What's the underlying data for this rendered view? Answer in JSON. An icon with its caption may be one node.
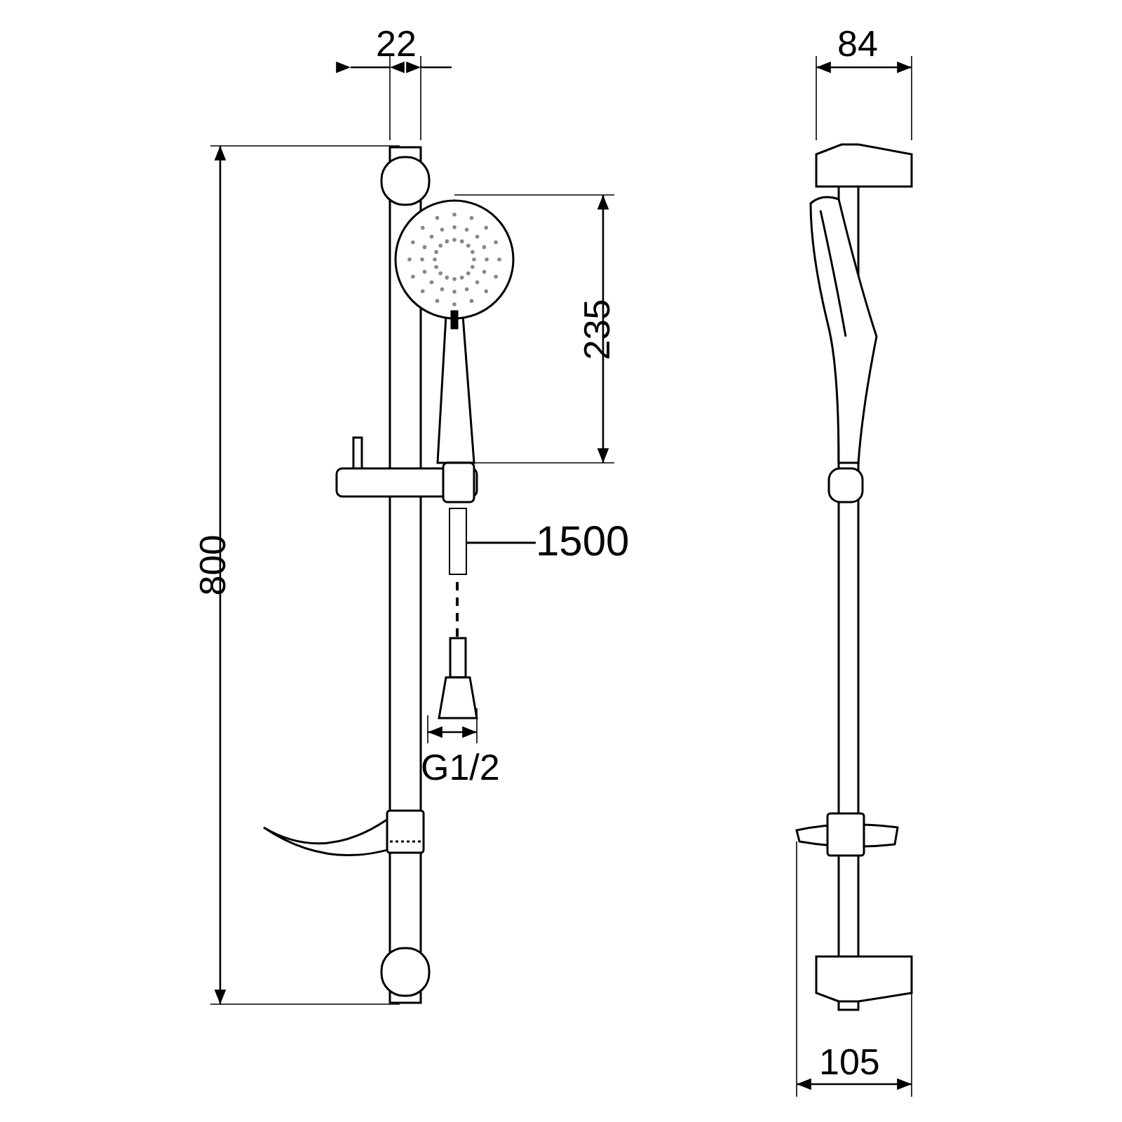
{
  "diagram": {
    "nodes": [
      {
        "text": [
          "1500"
        ]
      },
      {
        "text": [],
        "shape": "bar"
      }
    ],
    "edges": [
      {
        "from": 0,
        "to": 1,
        "arrow": "none"
      }
    ],
    "labels": [
      "22",
      "84",
      "800",
      "235",
      "G1/2",
      "105"
    ]
  }
}
